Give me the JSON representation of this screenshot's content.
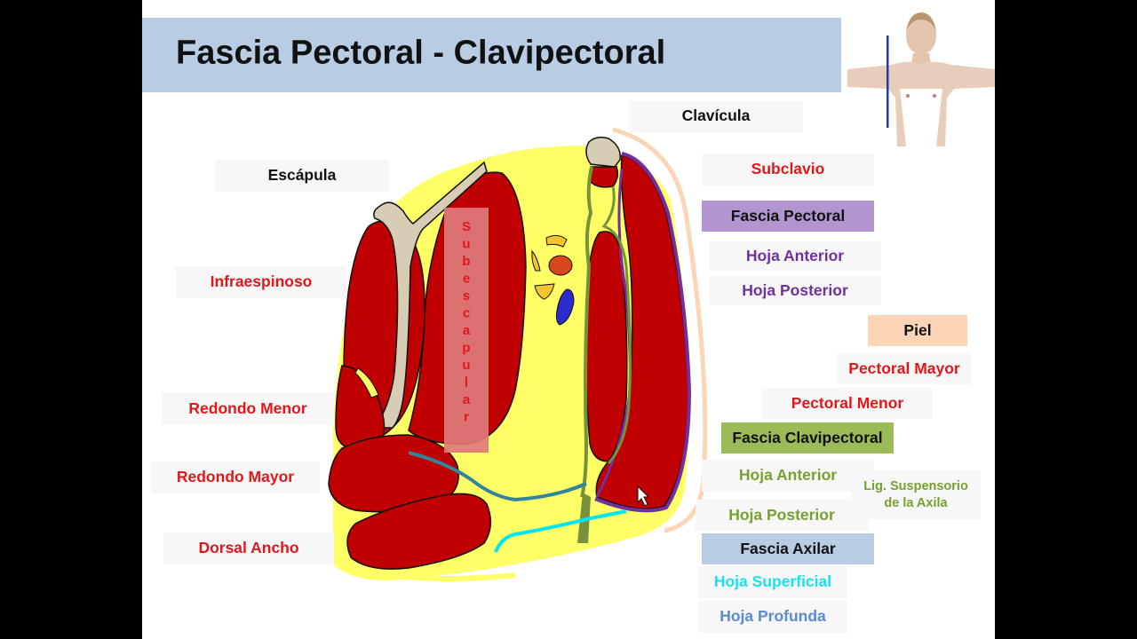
{
  "title": "Fascia Pectoral - Clavipectoral",
  "colors": {
    "muscle": "#c00000",
    "fat": "#ffff66",
    "bone": "#d6cdb4",
    "pectoral_fascia": "#7030a0",
    "clavipectoral_fascia": "#76923c",
    "axillary_superficial": "#00e5f5",
    "axillary_deep": "#31849b",
    "title_bar": "#b8cce4"
  },
  "labels": {
    "clavicula": "Clavícula",
    "escapula": "Escápula",
    "subclavio": "Subclavio",
    "fascia_pectoral": "Fascia Pectoral",
    "hoja_anterior_pect": "Hoja Anterior",
    "hoja_posterior_pect": "Hoja Posterior",
    "infraespinoso": "Infraespinoso",
    "piel": "Piel",
    "pectoral_mayor": "Pectoral Mayor",
    "pectoral_menor": "Pectoral Menor",
    "redondo_menor": "Redondo Menor",
    "fascia_clavipectoral": "Fascia Clavipectoral",
    "redondo_mayor": "Redondo Mayor",
    "hoja_anterior_clav": "Hoja Anterior",
    "lig_line1": "Lig. Suspensorio",
    "lig_line2": "de la Axila",
    "hoja_posterior_clav": "Hoja Posterior",
    "dorsal_ancho": "Dorsal Ancho",
    "fascia_axilar": "Fascia Axilar",
    "hoja_superficial": "Hoja Superficial",
    "hoja_profunda": "Hoja Profunda"
  },
  "subescapular_letters": [
    "S",
    "u",
    "b",
    "e",
    "s",
    "c",
    "a",
    "p",
    "u",
    "l",
    "a",
    "r"
  ]
}
